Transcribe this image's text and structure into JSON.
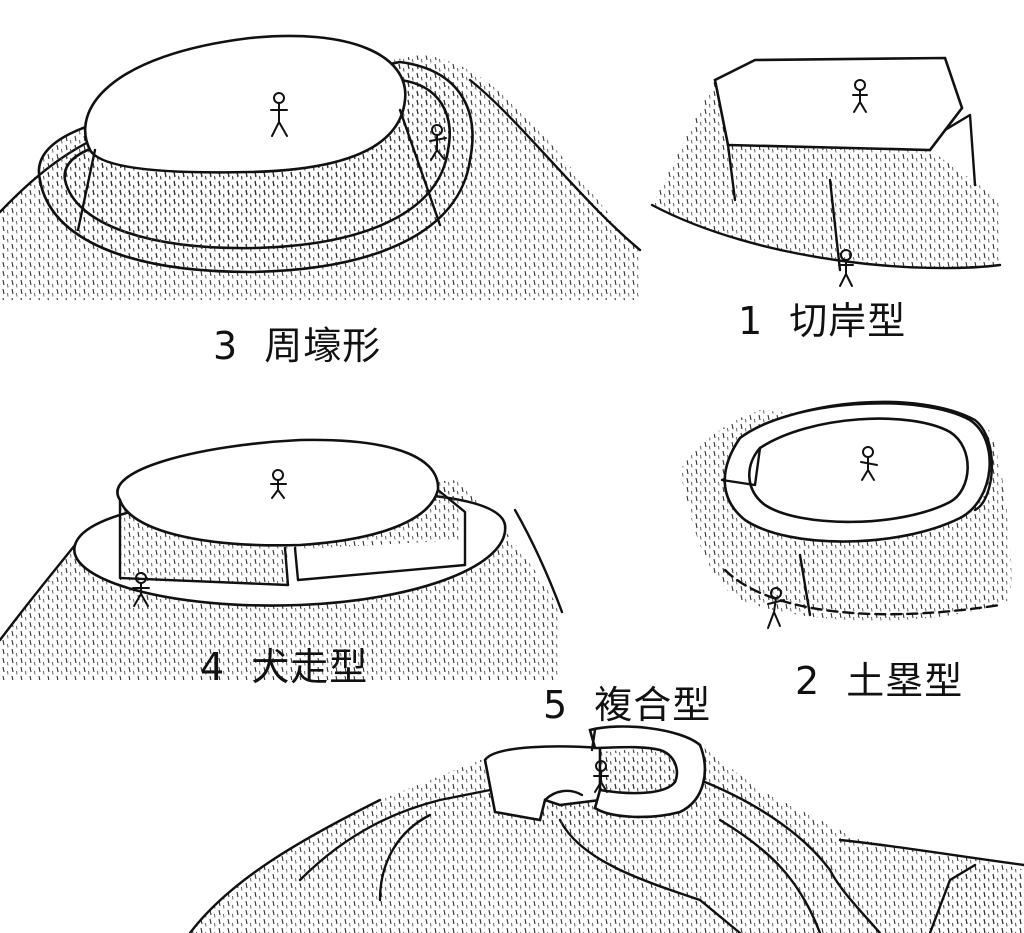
{
  "diagrams": [
    {
      "id": "kirigishi",
      "number": "1",
      "name": "切岸型"
    },
    {
      "id": "dorui",
      "number": "2",
      "name": "土塁型"
    },
    {
      "id": "shugou",
      "number": "3",
      "name": "周壕形"
    },
    {
      "id": "inubashiri",
      "number": "4",
      "name": "犬走型"
    },
    {
      "id": "fukugou",
      "number": "5",
      "name": "複合型"
    }
  ]
}
